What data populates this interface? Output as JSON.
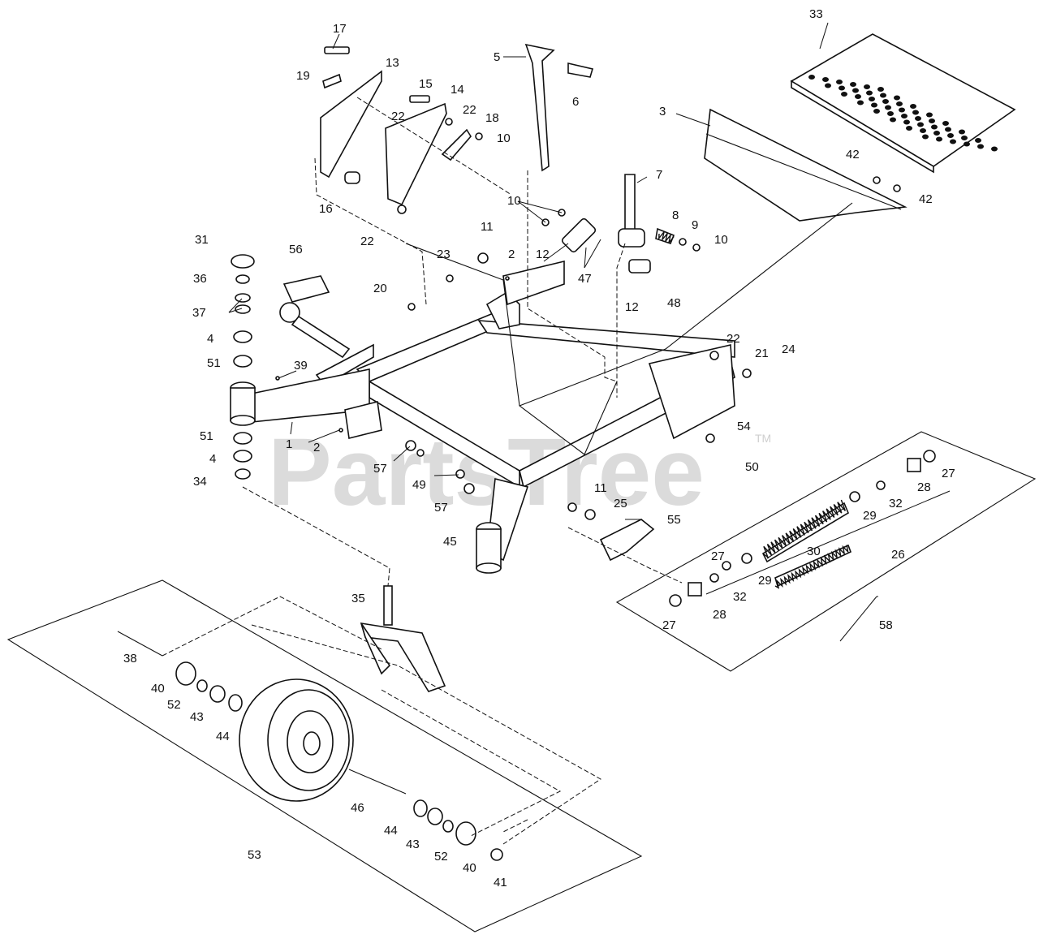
{
  "watermark": {
    "text": "PartsTree",
    "mark": "TM"
  },
  "callouts": [
    {
      "id": "c1",
      "text": "1"
    },
    {
      "id": "c2a",
      "text": "2"
    },
    {
      "id": "c2b",
      "text": "2"
    },
    {
      "id": "c3",
      "text": "3"
    },
    {
      "id": "c4a",
      "text": "4"
    },
    {
      "id": "c4b",
      "text": "4"
    },
    {
      "id": "c5",
      "text": "5"
    },
    {
      "id": "c6",
      "text": "6"
    },
    {
      "id": "c7",
      "text": "7"
    },
    {
      "id": "c8",
      "text": "8"
    },
    {
      "id": "c9",
      "text": "9"
    },
    {
      "id": "c10a",
      "text": "10"
    },
    {
      "id": "c10b",
      "text": "10"
    },
    {
      "id": "c10c",
      "text": "10"
    },
    {
      "id": "c11a",
      "text": "11"
    },
    {
      "id": "c11b",
      "text": "11"
    },
    {
      "id": "c12a",
      "text": "12"
    },
    {
      "id": "c12b",
      "text": "12"
    },
    {
      "id": "c13",
      "text": "13"
    },
    {
      "id": "c14",
      "text": "14"
    },
    {
      "id": "c15",
      "text": "15"
    },
    {
      "id": "c16",
      "text": "16"
    },
    {
      "id": "c17",
      "text": "17"
    },
    {
      "id": "c18",
      "text": "18"
    },
    {
      "id": "c19",
      "text": "19"
    },
    {
      "id": "c20",
      "text": "20"
    },
    {
      "id": "c21",
      "text": "21"
    },
    {
      "id": "c22a",
      "text": "22"
    },
    {
      "id": "c22b",
      "text": "22"
    },
    {
      "id": "c22c",
      "text": "22"
    },
    {
      "id": "c22d",
      "text": "22"
    },
    {
      "id": "c23",
      "text": "23"
    },
    {
      "id": "c24",
      "text": "24"
    },
    {
      "id": "c25",
      "text": "25"
    },
    {
      "id": "c26",
      "text": "26"
    },
    {
      "id": "c27a",
      "text": "27"
    },
    {
      "id": "c27b",
      "text": "27"
    },
    {
      "id": "c27c",
      "text": "27"
    },
    {
      "id": "c28a",
      "text": "28"
    },
    {
      "id": "c28b",
      "text": "28"
    },
    {
      "id": "c29a",
      "text": "29"
    },
    {
      "id": "c29b",
      "text": "29"
    },
    {
      "id": "c30",
      "text": "30"
    },
    {
      "id": "c31",
      "text": "31"
    },
    {
      "id": "c32a",
      "text": "32"
    },
    {
      "id": "c32b",
      "text": "32"
    },
    {
      "id": "c33",
      "text": "33"
    },
    {
      "id": "c34",
      "text": "34"
    },
    {
      "id": "c35",
      "text": "35"
    },
    {
      "id": "c36",
      "text": "36"
    },
    {
      "id": "c37",
      "text": "37"
    },
    {
      "id": "c38",
      "text": "38"
    },
    {
      "id": "c39",
      "text": "39"
    },
    {
      "id": "c40a",
      "text": "40"
    },
    {
      "id": "c40b",
      "text": "40"
    },
    {
      "id": "c41",
      "text": "41"
    },
    {
      "id": "c42a",
      "text": "42"
    },
    {
      "id": "c42b",
      "text": "42"
    },
    {
      "id": "c43a",
      "text": "43"
    },
    {
      "id": "c43b",
      "text": "43"
    },
    {
      "id": "c44a",
      "text": "44"
    },
    {
      "id": "c44b",
      "text": "44"
    },
    {
      "id": "c45",
      "text": "45"
    },
    {
      "id": "c46",
      "text": "46"
    },
    {
      "id": "c47",
      "text": "47"
    },
    {
      "id": "c48",
      "text": "48"
    },
    {
      "id": "c49",
      "text": "49"
    },
    {
      "id": "c50",
      "text": "50"
    },
    {
      "id": "c51a",
      "text": "51"
    },
    {
      "id": "c51b",
      "text": "51"
    },
    {
      "id": "c52a",
      "text": "52"
    },
    {
      "id": "c52b",
      "text": "52"
    },
    {
      "id": "c53",
      "text": "53"
    },
    {
      "id": "c54",
      "text": "54"
    },
    {
      "id": "c55",
      "text": "55"
    },
    {
      "id": "c56",
      "text": "56"
    },
    {
      "id": "c57a",
      "text": "57"
    },
    {
      "id": "c57b",
      "text": "57"
    },
    {
      "id": "c58",
      "text": "58"
    }
  ]
}
